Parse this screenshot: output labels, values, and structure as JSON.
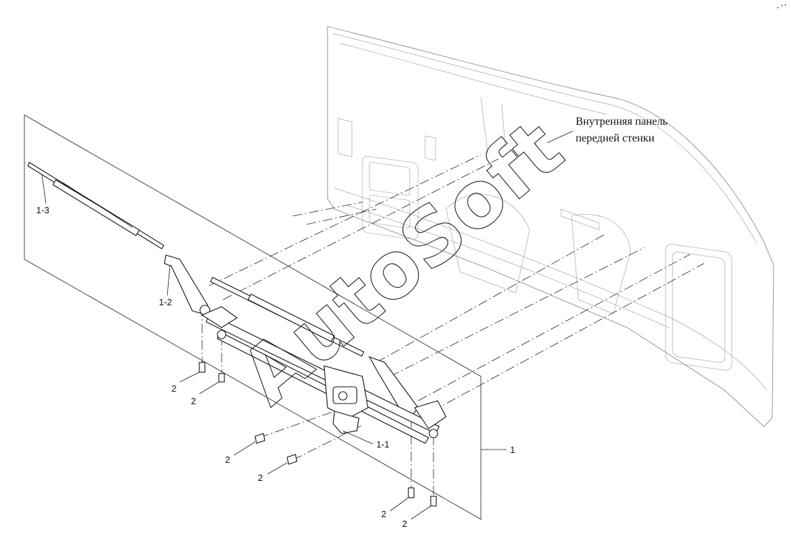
{
  "panel_label": {
    "line1": "Внутренняя панель",
    "line2": "передней стенки"
  },
  "callouts": {
    "assembly": "1",
    "motor": "1-1",
    "arm": "1-2",
    "blade": "1-3",
    "bolt": "2"
  },
  "watermark": "AutoSoft"
}
